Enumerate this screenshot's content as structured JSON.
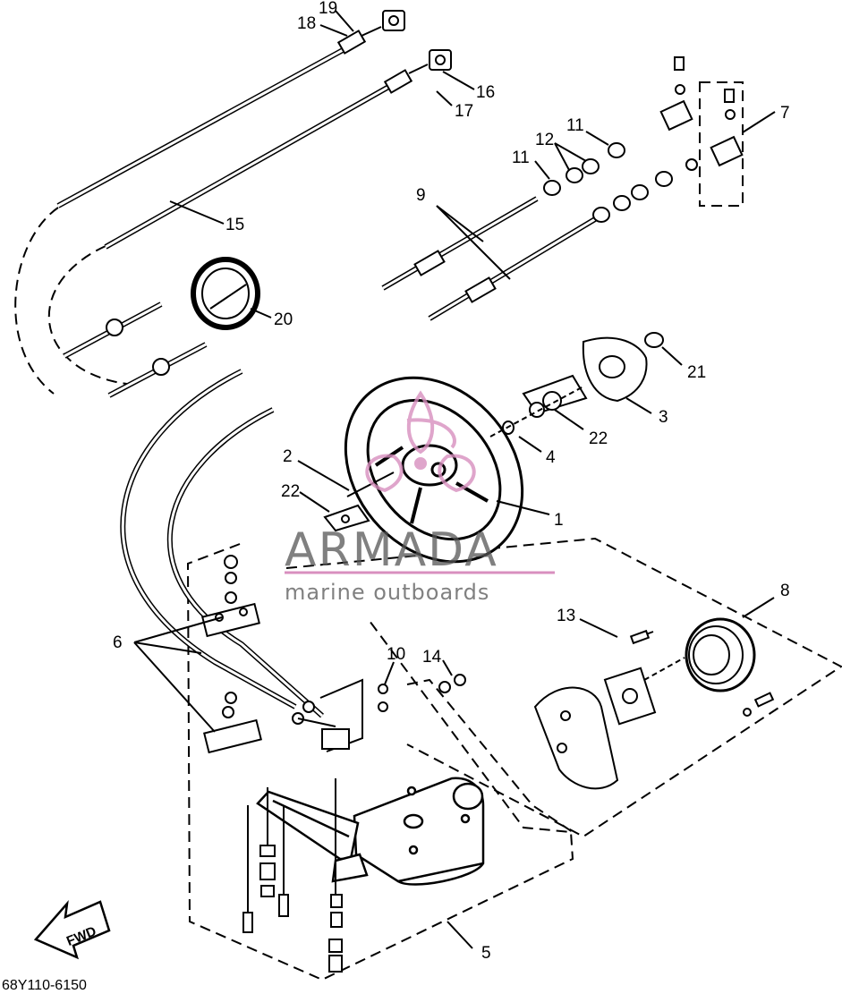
{
  "diagram": {
    "part_code": "68Y110-6150",
    "fwd_label": "FWD",
    "watermark": {
      "title": "ARMADA",
      "subtitle": "marine outboards",
      "accent_color": "#d88fbf",
      "text_color": "#555555"
    },
    "callouts": {
      "c1": "1",
      "c2": "2",
      "c3": "3",
      "c4": "4",
      "c5": "5",
      "c6": "6",
      "c7": "7",
      "c8": "8",
      "c9": "9",
      "c10": "10",
      "c11a": "11",
      "c11b": "11",
      "c12": "12",
      "c13": "13",
      "c14": "14",
      "c15": "15",
      "c16": "16",
      "c17": "17",
      "c18": "18",
      "c19": "19",
      "c20": "20",
      "c21": "21",
      "c22a": "22",
      "c22b": "22"
    }
  }
}
